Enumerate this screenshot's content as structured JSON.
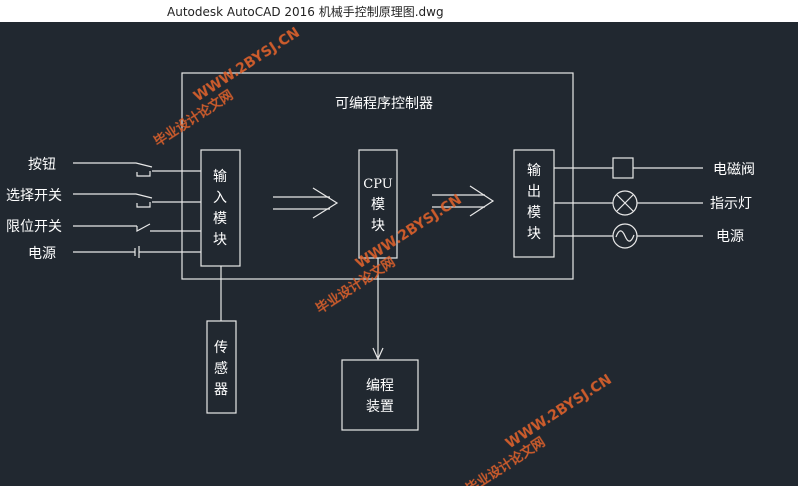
{
  "window": {
    "title": "Autodesk AutoCAD 2016    机械手控制原理图.dwg"
  },
  "colors": {
    "background": "#212830",
    "line": "#e8e8e8",
    "text": "#ffffff",
    "watermark": "#e0622c"
  },
  "diagram": {
    "plc_label": "可编程序控制器",
    "input_module": [
      "输",
      "入",
      "模",
      "块"
    ],
    "cpu_label": "CPU",
    "cpu_module": [
      "模",
      "块"
    ],
    "output_module": [
      "输",
      "出",
      "模",
      "块"
    ],
    "sensor": [
      "传",
      "感",
      "器"
    ],
    "programmer": [
      "编程",
      "装置"
    ],
    "inputs": [
      "按钮",
      "选择开关",
      "限位开关",
      "电源"
    ],
    "outputs": [
      "电磁阀",
      "指示灯",
      "电源"
    ],
    "watermarks": [
      {
        "site": "WWW.2BYSJ.CN",
        "label": "毕业设计论文网"
      },
      {
        "site": "WWW.2BYSJ.CN",
        "label": "毕业设计论文网"
      },
      {
        "site": "WWW.2BYSJ.CN",
        "label": "毕业设计论文网"
      }
    ]
  }
}
